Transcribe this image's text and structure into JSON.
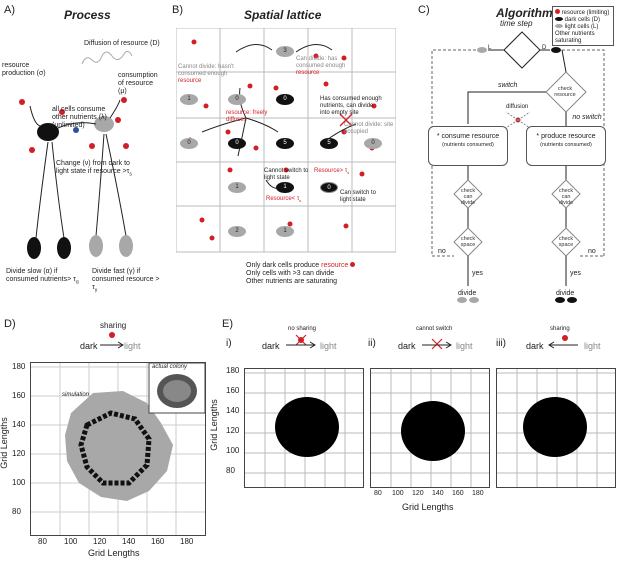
{
  "panel_a": {
    "label": "A)",
    "title": "Process",
    "diffusion": "Diffusion of resource (D)",
    "production": "resource production (σ)",
    "consumption": "consumption of resource (μ)",
    "all_consume": "all cells consume other nutrients (λ) (unlimited)",
    "change": "Change (ν) from dark to light state if resource >τ",
    "change_sub": "s",
    "divide_slow": "Divide slow (α) if consumed nutrients> τ",
    "divide_slow_sub": "α",
    "divide_fast": "Divide fast (γ) if consumed resource > τ",
    "divide_fast_sub": "γ"
  },
  "panel_b": {
    "label": "B)",
    "title": "Spatial lattice",
    "n_cannot_divide": "Cannot divide: hasn't consumed enough",
    "n_cannot_divide_red": "resource",
    "n_can_divide": "Can divide: has consumed enough",
    "n_can_divide_red": "resource",
    "n_freely": "resource: freely diffuses",
    "n_consumed_enough": "Has consumed enough nutrients, can divide into empty site",
    "n_cannot_occupied": "Cannot divide: site occupied",
    "n_cannot_switch": "Cannot switch to light state",
    "n_resource_lt": "Resource< τ",
    "n_resource_gt": "Resource> τ",
    "n_can_switch": "Can switch to light state",
    "cells": [
      "3",
      "1",
      "0",
      "0",
      "0",
      "0",
      "5",
      "5",
      "0",
      "1",
      "1",
      "0",
      "2",
      "1"
    ],
    "footer1": "Only dark cells produce",
    "footer1_red": "resource",
    "footer2": "Only cells with >3 can divide",
    "footer3": "Other nutrients are saturating"
  },
  "panel_c": {
    "label": "C)",
    "title": "Algorithm",
    "time_step": "time step",
    "legend": [
      "resource (limiting)",
      "dark cells (D)",
      "light cells (L)",
      "Other nutrients saturating"
    ],
    "L": "L",
    "D": "D",
    "switch": "switch",
    "no_switch": "no switch",
    "check_resource": "check resource",
    "diffusion": "diffusion",
    "consume": "* consume resource",
    "consume_sub": "(nutrients consumed)",
    "produce": "* produce resource",
    "produce_sub": "(nutrients consumed)",
    "check_divide": "check can divide",
    "check_space": "check space",
    "no": "no",
    "yes": "yes",
    "divide": "divide"
  },
  "panel_d": {
    "label": "D)",
    "dark": "dark",
    "light": "light",
    "sharing": "sharing",
    "simulation": "simulation",
    "actual_colony": "actual colony",
    "xlabel": "Grid Lengths",
    "ylabel": "Grid Lengths",
    "xticks": [
      "80",
      "100",
      "120",
      "140",
      "160",
      "180"
    ],
    "yticks": [
      "180",
      "160",
      "140",
      "120",
      "100",
      "80"
    ]
  },
  "panel_e": {
    "label": "E)",
    "subpanels": [
      {
        "roman": "i)",
        "caption": "no sharing",
        "dark": "dark",
        "light": "light"
      },
      {
        "roman": "ii)",
        "caption": "cannot switch",
        "dark": "dark",
        "light": "light"
      },
      {
        "roman": "iii)",
        "caption": "sharing",
        "dark": "dark",
        "light": "light"
      }
    ],
    "xlabel": "Grid Lengths",
    "ylabel": "Grid Lengths",
    "xticks": [
      "80",
      "100",
      "120",
      "140",
      "160",
      "180"
    ],
    "yticks": [
      "180",
      "160",
      "140",
      "120",
      "100",
      "80"
    ]
  },
  "colors": {
    "resource": "#d21f26",
    "dark": "#111111",
    "light": "#a8a8a8",
    "grid": "#bbbbbb"
  }
}
